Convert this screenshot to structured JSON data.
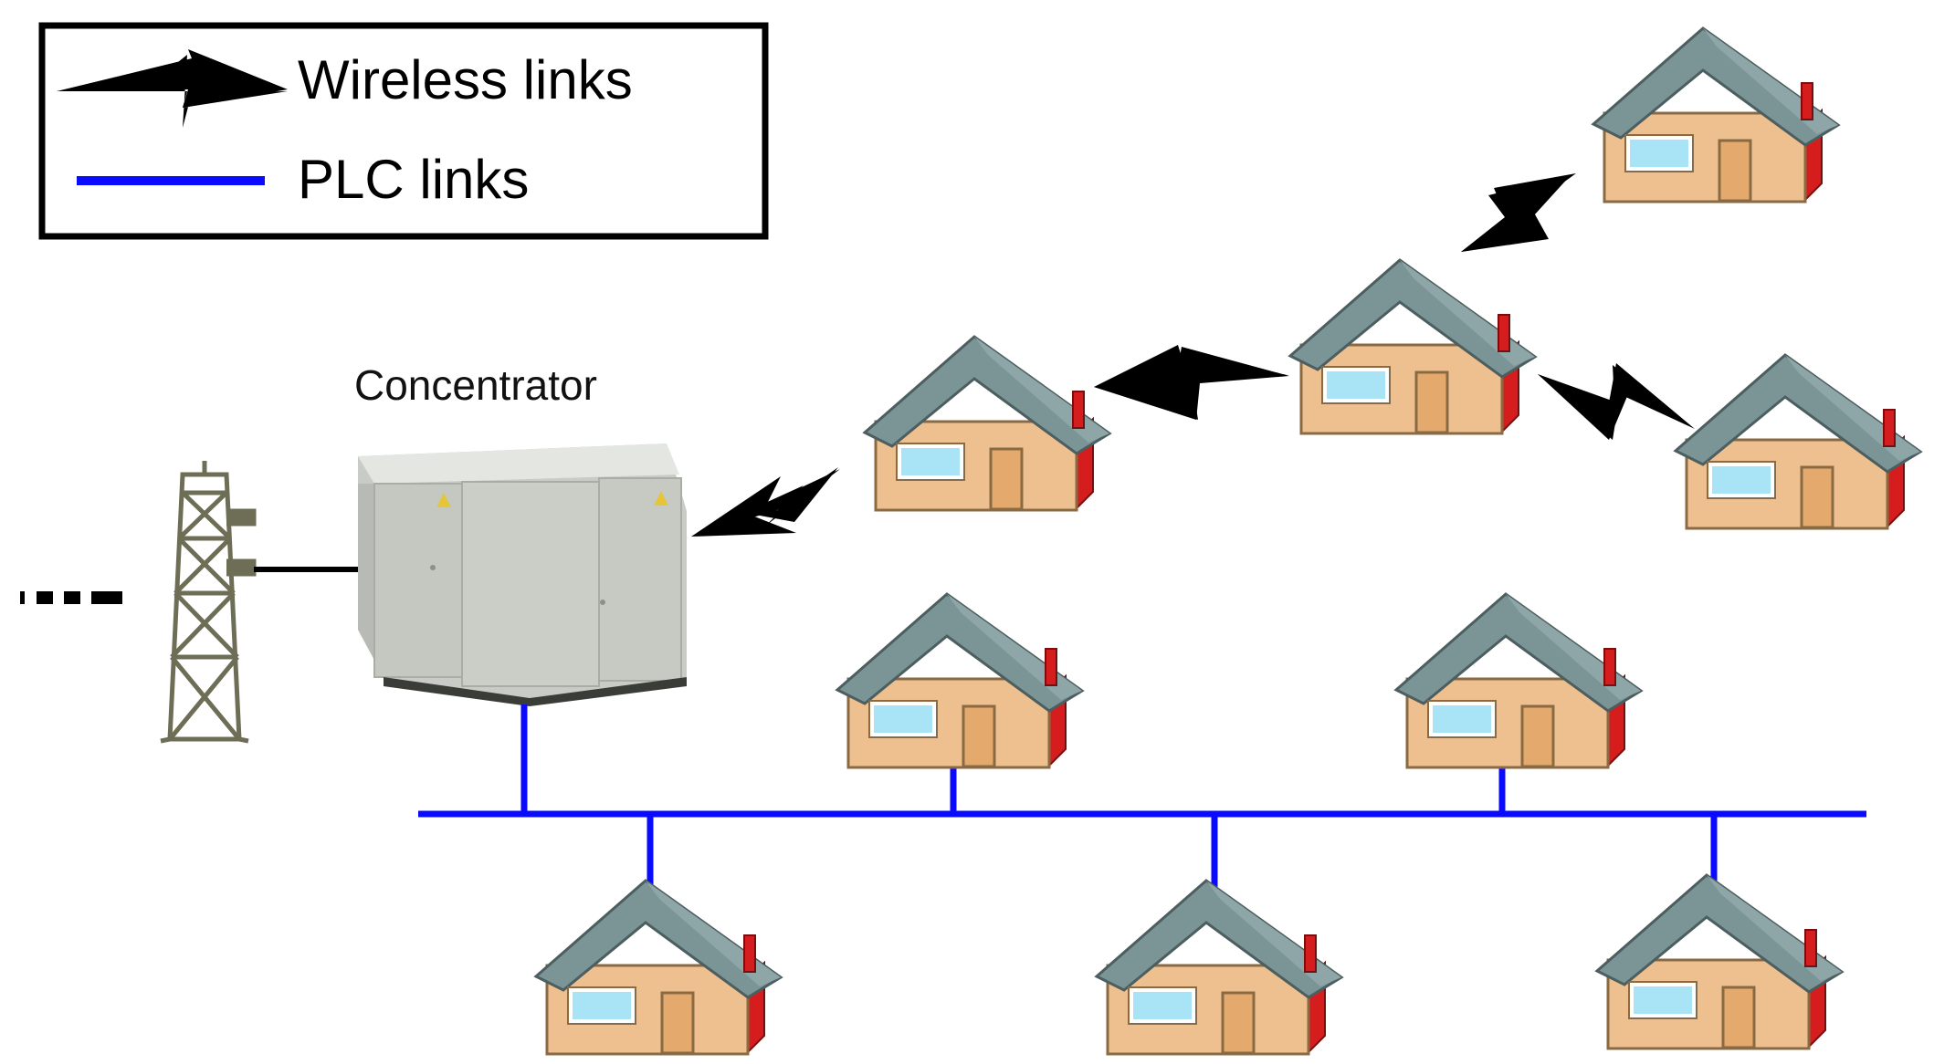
{
  "legend": {
    "wireless_label": "Wireless links",
    "plc_label": "PLC links"
  },
  "concentrator": {
    "label": "Concentrator"
  },
  "colors": {
    "plc_link": "#0a0aff",
    "wireless_link": "#000000",
    "house_wall": "#efc08f",
    "house_roof": "#7b9596",
    "house_side": "#d51d1d",
    "house_window": "#a8e4f6",
    "house_door": "#e3a96d"
  },
  "houses": {
    "wireless": [
      "house-w1",
      "house-w2",
      "house-w3",
      "house-w4"
    ],
    "plc": [
      "house-p1",
      "house-p2",
      "house-p3",
      "house-p4",
      "house-p5"
    ]
  }
}
